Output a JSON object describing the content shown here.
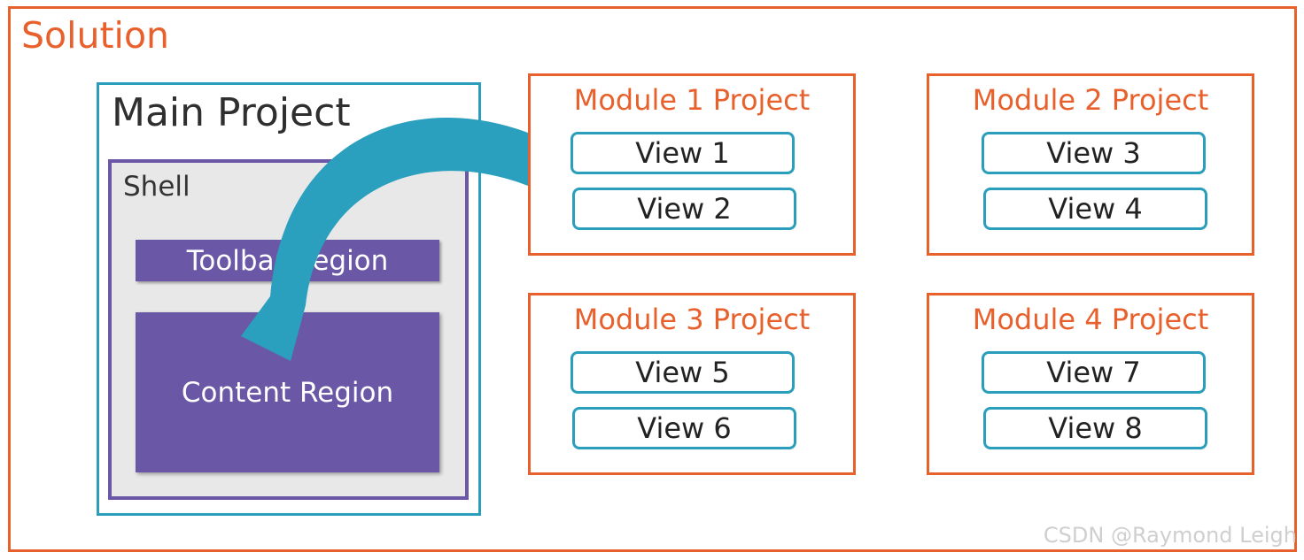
{
  "solution": {
    "title": "Solution"
  },
  "main_project": {
    "title": "Main Project",
    "shell": {
      "label": "Shell",
      "toolbar_region": "Toolbar Region",
      "content_region": "Content Region"
    }
  },
  "modules": [
    {
      "title": "Module 1 Project",
      "views": [
        "View 1",
        "View 2"
      ]
    },
    {
      "title": "Module 2 Project",
      "views": [
        "View 3",
        "View 4"
      ]
    },
    {
      "title": "Module 3 Project",
      "views": [
        "View 5",
        "View 6"
      ]
    },
    {
      "title": "Module 4 Project",
      "views": [
        "View 7",
        "View 8"
      ]
    }
  ],
  "watermark": "CSDN @Raymond Leigh",
  "colors": {
    "solution_border": "#e8602c",
    "module_border": "#e8602c",
    "project_border": "#2b9ebc",
    "view_border": "#2b9ebc",
    "shell_border": "#6a57a6",
    "region_fill": "#6a57a6",
    "arrow": "#2a9fbe"
  }
}
